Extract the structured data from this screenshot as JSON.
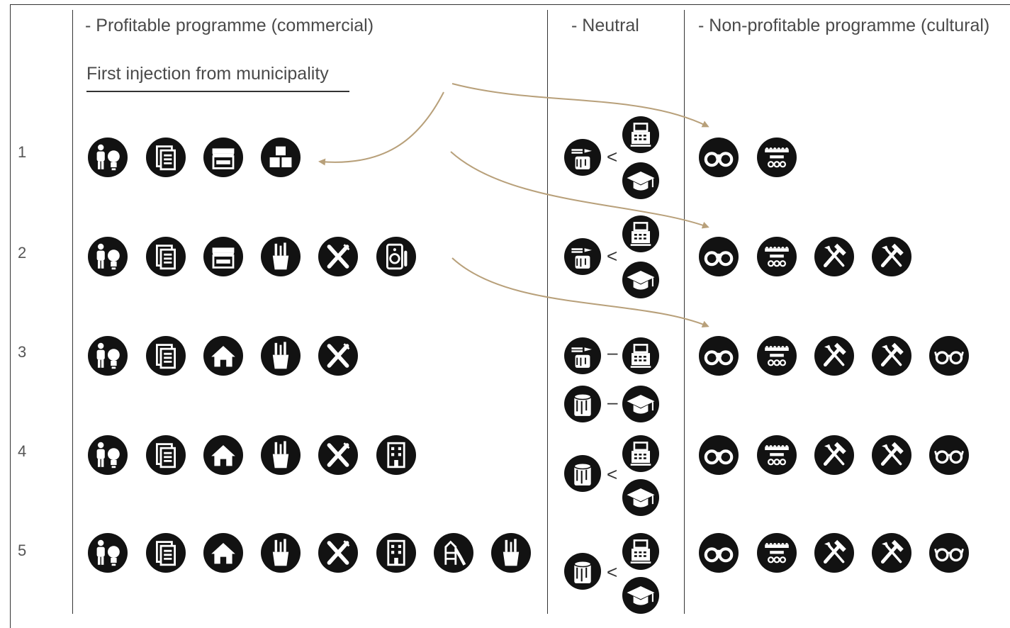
{
  "headers": {
    "profitable": "- Profitable programme (commercial)",
    "neutral": "- Neutral",
    "non_profitable": "- Non-profitable programme (cultural)"
  },
  "subtitle": "First injection from municipality",
  "row_numbers": [
    "1",
    "2",
    "3",
    "4",
    "5"
  ],
  "operators": {
    "less_than": "<",
    "dash": "–"
  },
  "colors": {
    "icon_fill": "#121212",
    "icon_glyph": "#ffffff",
    "arrow": "#b8a07a",
    "line": "#333333",
    "text": "#4a4a4a"
  },
  "rows": [
    {
      "commercial": [
        "person-lightbulb-icon",
        "document-icon",
        "shop-icon",
        "blocks-icon"
      ],
      "cultural": [
        "binoculars-icon",
        "market-stalls-icon"
      ]
    },
    {
      "commercial": [
        "person-lightbulb-icon",
        "document-icon",
        "shop-icon",
        "art-supplies-icon",
        "fork-knife-icon",
        "speaker-icon"
      ],
      "cultural": [
        "binoculars-icon",
        "market-stalls-icon",
        "tools-icon",
        "tools-icon"
      ]
    },
    {
      "commercial": [
        "person-lightbulb-icon",
        "document-icon",
        "house-icon",
        "art-supplies-icon",
        "fork-knife-icon"
      ],
      "cultural": [
        "binoculars-icon",
        "market-stalls-icon",
        "tools-icon",
        "tools-icon",
        "glasses-icon"
      ]
    },
    {
      "commercial": [
        "person-lightbulb-icon",
        "document-icon",
        "house-icon",
        "art-supplies-icon",
        "fork-knife-icon",
        "building-icon"
      ],
      "cultural": [
        "binoculars-icon",
        "market-stalls-icon",
        "tools-icon",
        "tools-icon",
        "glasses-icon"
      ]
    },
    {
      "commercial": [
        "person-lightbulb-icon",
        "document-icon",
        "house-icon",
        "art-supplies-icon",
        "fork-knife-icon",
        "building-icon",
        "playground-icon",
        "art-supplies-icon"
      ],
      "cultural": [
        "binoculars-icon",
        "market-stalls-icon",
        "tools-icon",
        "tools-icon",
        "glasses-icon"
      ]
    }
  ],
  "neutral_icons": [
    "cutlery-stump-icon",
    "stump-icon",
    "cash-register-icon",
    "graduation-cap-icon"
  ]
}
